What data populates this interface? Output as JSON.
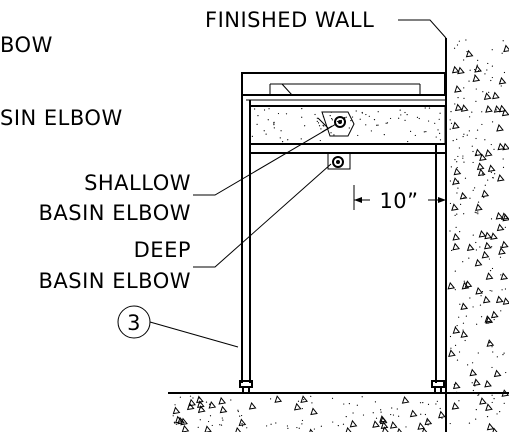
{
  "labels": {
    "finished_wall": "FINISHED WALL",
    "elbow_partial_top": "BOW",
    "basin_elbow_partial": "SIN ELBOW",
    "shallow_line1": "SHALLOW",
    "shallow_line2": "BASIN ELBOW",
    "deep_line1": "DEEP",
    "deep_line2": "BASIN ELBOW",
    "dimension": "10”",
    "callout_number": "3"
  }
}
